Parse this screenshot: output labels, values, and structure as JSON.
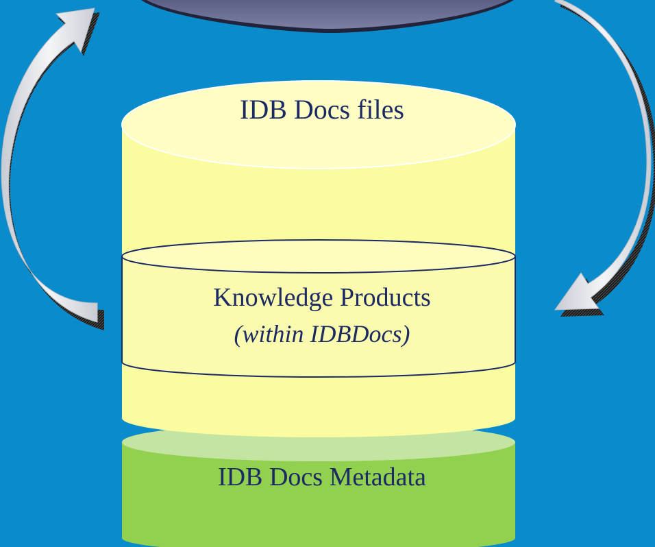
{
  "diagram": {
    "files_label": "IDB Docs files",
    "knowledge_title": "Knowledge Products",
    "knowledge_subtitle": "(within IDBDocs)",
    "metadata_label": "IDB Docs Metadata"
  },
  "colors": {
    "background": "#0a8bcb",
    "files_fill": "#fbfba0",
    "files_top": "#fdfdc4",
    "knowledge_fill": "#fbfbb0",
    "metadata_fill": "#92d050",
    "metadata_top": "#c4e4a2",
    "top_ellipse": "#6f7399",
    "arrow_fill": "#e6e8ec",
    "text": "#1b2a63"
  },
  "icons": {
    "left_arrow": "curved-up-arrow-icon",
    "right_arrow": "curved-down-arrow-icon"
  }
}
